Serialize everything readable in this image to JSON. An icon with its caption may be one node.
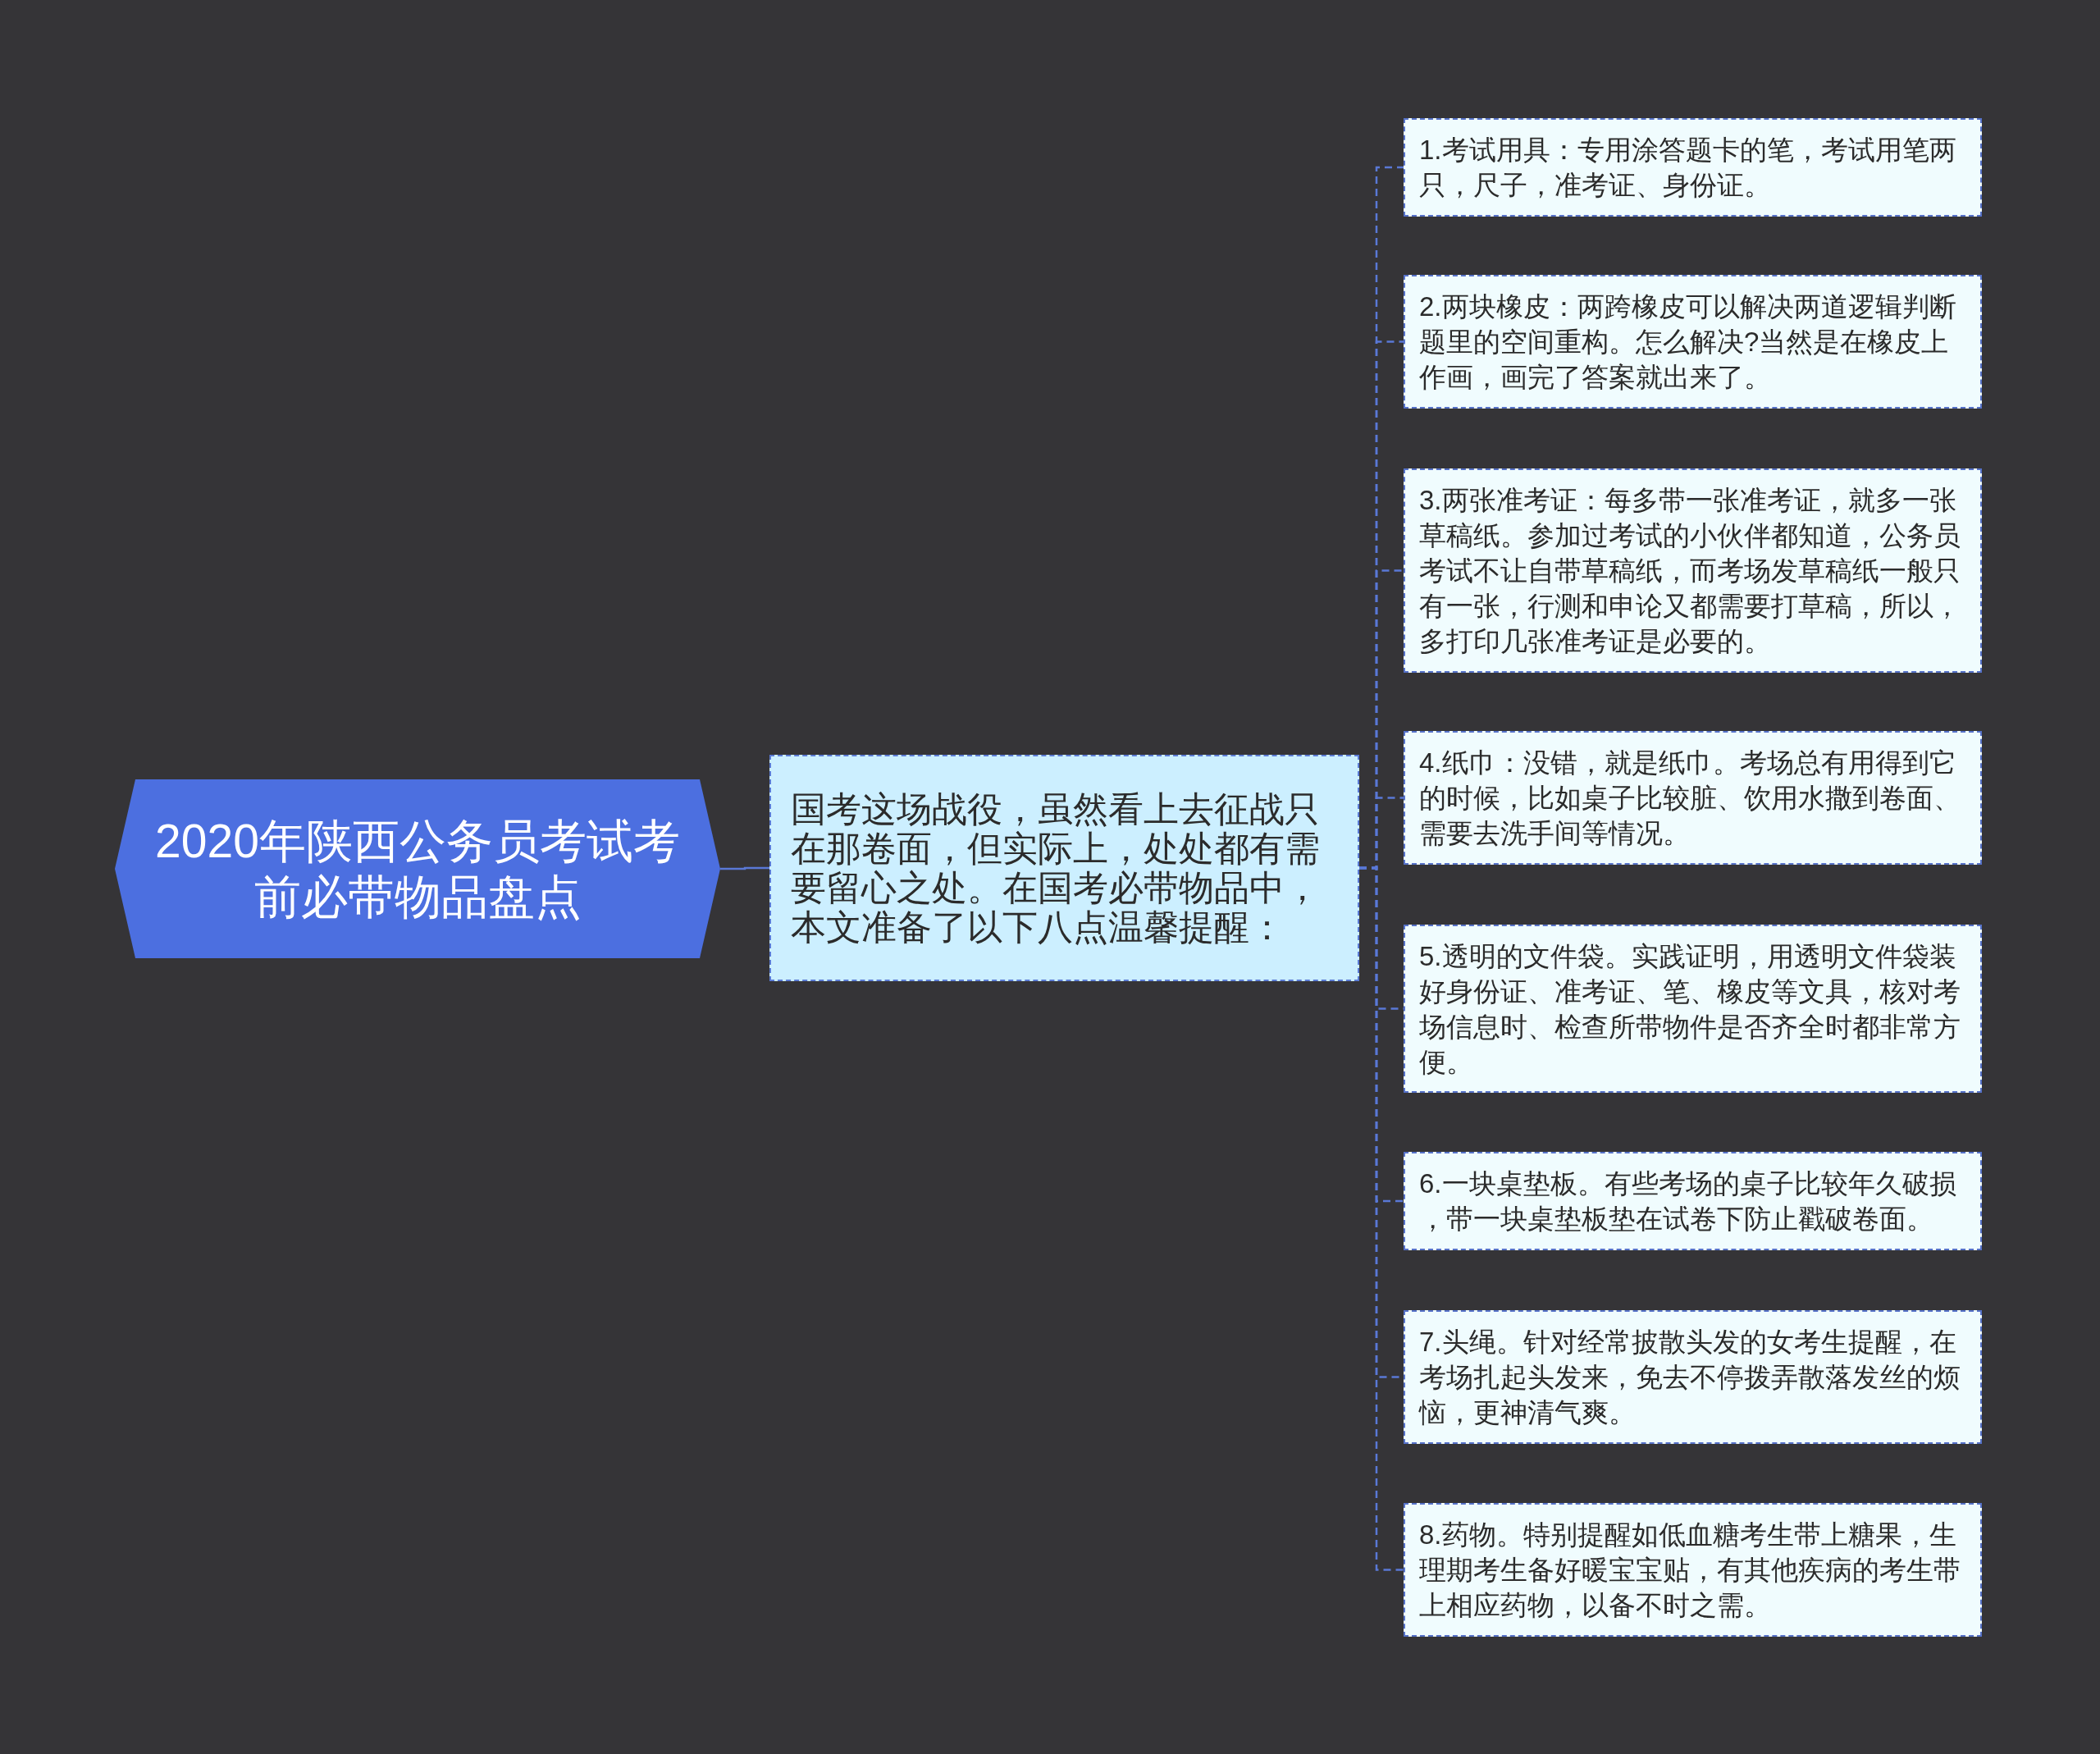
{
  "diagram": {
    "nodes": [
      {
        "text": [
          "2020年陕西公务员考试考前必带物品盘点"
        ]
      },
      {
        "text": [
          "国考这场战役，虽然看上去征战只在那卷面，但实际上，处处都有需要留心之处。在国考必带物品中，本文准备了以下八点温馨提醒："
        ]
      },
      {
        "text": [
          "1.考试用具：专用涂答题卡的笔，考试用笔两只，尺子，准考证、身份证。"
        ]
      },
      {
        "text": [
          "2.两块橡皮：两跨橡皮可以解决两道逻辑判断题里的空间重构。怎么解决?当然是在橡皮上作画，画完了答案就出来了。"
        ]
      },
      {
        "text": [
          "3.两张准考证：每多带一张准考证，就多一张草稿纸。参加过考试的小伙伴都知道，公务员考试不让自带草稿纸，而考场发草稿纸一般只有一张，行测和申论又都需要打草稿，所以，多打印几张准考证是必要的。"
        ]
      },
      {
        "text": [
          "4.纸巾：没错，就是纸巾。考场总有用得到它的时候，比如桌子比较脏、饮用水撒到卷面、需要去洗手间等情况。"
        ]
      },
      {
        "text": [
          "5.透明的文件袋。实践证明，用透明文件袋装好身份证、准考证、笔、橡皮等文具，核对考场信息时、检查所带物件是否齐全时都非常方便。"
        ]
      },
      {
        "text": [
          "6.一块桌垫板。有些考场的桌子比较年久破损，带一块桌垫板垫在试卷下防止戳破卷面。"
        ]
      },
      {
        "text": [
          "7.头绳。针对经常披散头发的女考生提醒，在考场扎起头发来，免去不停拨弄散落发丝的烦恼，更神清气爽。"
        ]
      },
      {
        "text": [
          "8.药物。特别提醒如低血糖考生带上糖果，生理期考生备好暖宝宝贴，有其他疾病的考生带上相应药物，以备不时之需。"
        ]
      }
    ],
    "edges": [
      {
        "from": 0,
        "to": 1,
        "arrow": "none"
      },
      {
        "from": 1,
        "to": 2,
        "arrow": "none",
        "style": "dashed"
      },
      {
        "from": 1,
        "to": 3,
        "arrow": "none",
        "style": "dashed"
      },
      {
        "from": 1,
        "to": 4,
        "arrow": "none",
        "style": "dashed"
      },
      {
        "from": 1,
        "to": 5,
        "arrow": "none",
        "style": "dashed"
      },
      {
        "from": 1,
        "to": 6,
        "arrow": "none",
        "style": "dashed"
      },
      {
        "from": 1,
        "to": 7,
        "arrow": "none",
        "style": "dashed"
      },
      {
        "from": 1,
        "to": 8,
        "arrow": "none",
        "style": "dashed"
      },
      {
        "from": 1,
        "to": 9,
        "arrow": "none",
        "style": "dashed"
      }
    ]
  }
}
